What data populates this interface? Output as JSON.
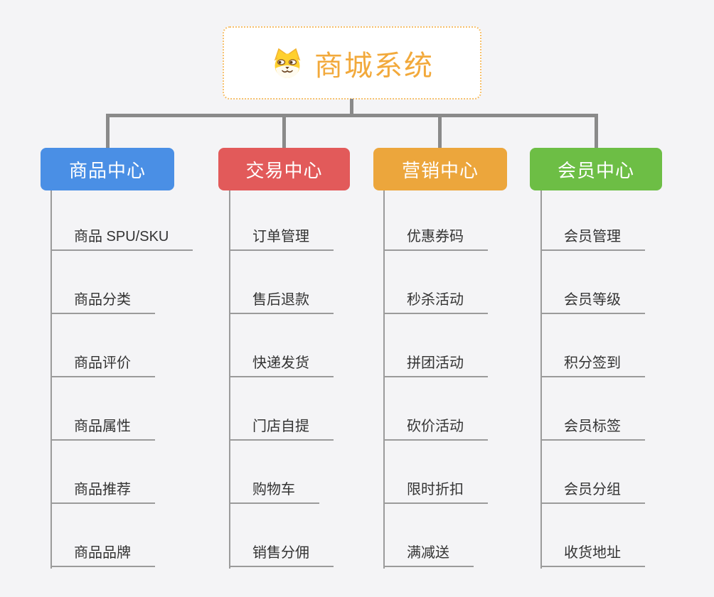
{
  "canvas": {
    "background": "#f4f4f6"
  },
  "root": {
    "title": "商城系统",
    "icon": "shiba-dog-face-icon",
    "title_color": "#f2a93b",
    "border_color": "#f6c06c",
    "background": "#ffffff"
  },
  "lines": {
    "connector_color": "#8a8a8a",
    "child_line_color": "#9b9b9b"
  },
  "branches": [
    {
      "label": "商品中心",
      "color": "#4a8fe5",
      "items": [
        "商品 SPU/SKU",
        "商品分类",
        "商品评价",
        "商品属性",
        "商品推荐",
        "商品品牌"
      ]
    },
    {
      "label": "交易中心",
      "color": "#e25a5a",
      "items": [
        "订单管理",
        "售后退款",
        "快递发货",
        "门店自提",
        "购物车",
        "销售分佣"
      ]
    },
    {
      "label": "营销中心",
      "color": "#eca63c",
      "items": [
        "优惠券码",
        "秒杀活动",
        "拼团活动",
        "砍价活动",
        "限时折扣",
        "满减送"
      ]
    },
    {
      "label": "会员中心",
      "color": "#6dbe45",
      "items": [
        "会员管理",
        "会员等级",
        "积分签到",
        "会员标签",
        "会员分组",
        "收货地址"
      ]
    }
  ]
}
